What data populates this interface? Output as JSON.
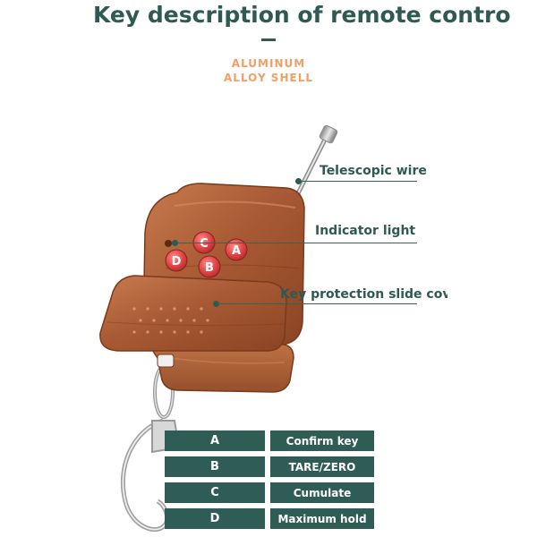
{
  "header": {
    "title": "Key description of remote contro",
    "subtitle_line1": "ALUMINUM",
    "subtitle_line2": "ALLOY  SHELL"
  },
  "callouts": {
    "antenna": "Telescopic wire",
    "indicator": "Indicator light",
    "cover": "Key protection slide cover"
  },
  "remote_buttons": [
    "C",
    "A",
    "D",
    "B"
  ],
  "key_table": [
    {
      "key": "A",
      "description": "Confirm key"
    },
    {
      "key": "B",
      "description": "TARE/ZERO"
    },
    {
      "key": "C",
      "description": "Cumulate"
    },
    {
      "key": "D",
      "description": "Maximum hold"
    }
  ],
  "colors": {
    "title": "#2e5a52",
    "subtitle": "#f0a066",
    "table_bg": "#2f5c54",
    "shell": "#b0603a",
    "button": "#e04a4a"
  }
}
